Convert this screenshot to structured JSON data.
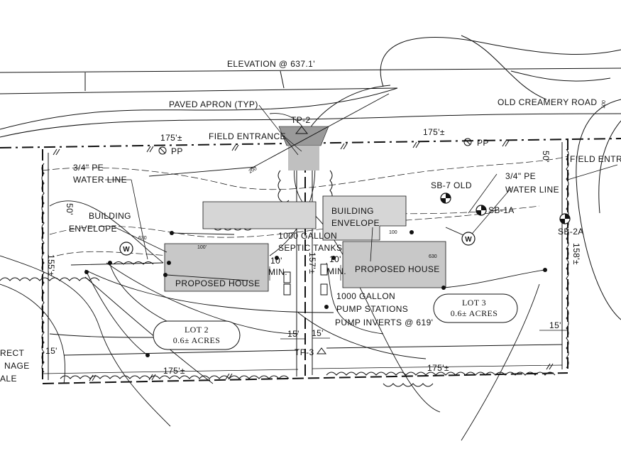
{
  "labels": {
    "elevation": "ELEVATION @ 637.1'",
    "paved_apron": "PAVED APRON (TYP)",
    "tp2": "TP-2",
    "old_creamery_road": "OLD CREAMERY ROAD",
    "field_entrance_left": "FIELD ENTRANCE",
    "field_entrance_right": "FIELD ENTRA",
    "dim_175_top_left": "175'±",
    "dim_175_top_right": "175'±",
    "dim_175_bottom_left": "175'±",
    "dim_175_bottom_right": "175'±",
    "pp_left": "PP",
    "pp_right": "PP",
    "water_line_left_1": "3/4\" PE",
    "water_line_left_2": "WATER LINE",
    "water_line_right_1": "3/4\" PE",
    "water_line_right_2": "WATER LINE",
    "sb7": "SB-7 OLD",
    "sb1a": "SB-1A",
    "sb2a": "SB-2A",
    "building_envelope_left_1": "BUILDING",
    "building_envelope_left_2": "ENVELOPE",
    "building_envelope_right_1": "BUILDING",
    "building_envelope_right_2": "ENVELOPE",
    "septic_1": "1000 GALLON",
    "septic_2": "SEPTIC TANKS",
    "pump_1": "1000 GALLON",
    "pump_2": "PUMP STATIONS",
    "pump_3": "PUMP INVERTS @ 619'",
    "proposed_house_left": "PROPOSED HOUSE",
    "proposed_house_right": "PROPOSED HOUSE",
    "lot2_name": "LOT 2",
    "lot2_area": "0.6± ACRES",
    "lot3_name": "LOT 3",
    "lot3_area": "0.6± ACRES",
    "dim_50_left": "50'",
    "dim_50_right": "50'",
    "dim_155": "155'±",
    "dim_158": "158'±",
    "dim_157": "157'±",
    "dim_10_min_left_1": "10'",
    "dim_10_min_left_2": "MIN.",
    "dim_10_min_right_1": "10'",
    "dim_10_min_right_2": "MIN.",
    "dim_15_a": "15'",
    "dim_15_b": "15'",
    "dim_15_left": "15'",
    "dim_15_right": "15'",
    "tp3": "TP-3",
    "left_edge_1": "RECT",
    "left_edge_2": "NAGE",
    "left_edge_3": "ALE",
    "contour_200": "200",
    "contour_100_top": "100",
    "contour_100_a": "100'",
    "contour_100_b": "100",
    "contour_630_a": "630",
    "contour_630_b": "630"
  },
  "colors": {
    "line": "#111111",
    "fill_envelope": "#d6d6d6",
    "fill_house": "#c8c8c8",
    "fill_apron": "#9a9a9a"
  },
  "icons": {
    "well_left": "well-icon",
    "well_right": "well-icon",
    "soil_boring": "soil-boring-icon",
    "test_pit": "test-pit-icon"
  }
}
